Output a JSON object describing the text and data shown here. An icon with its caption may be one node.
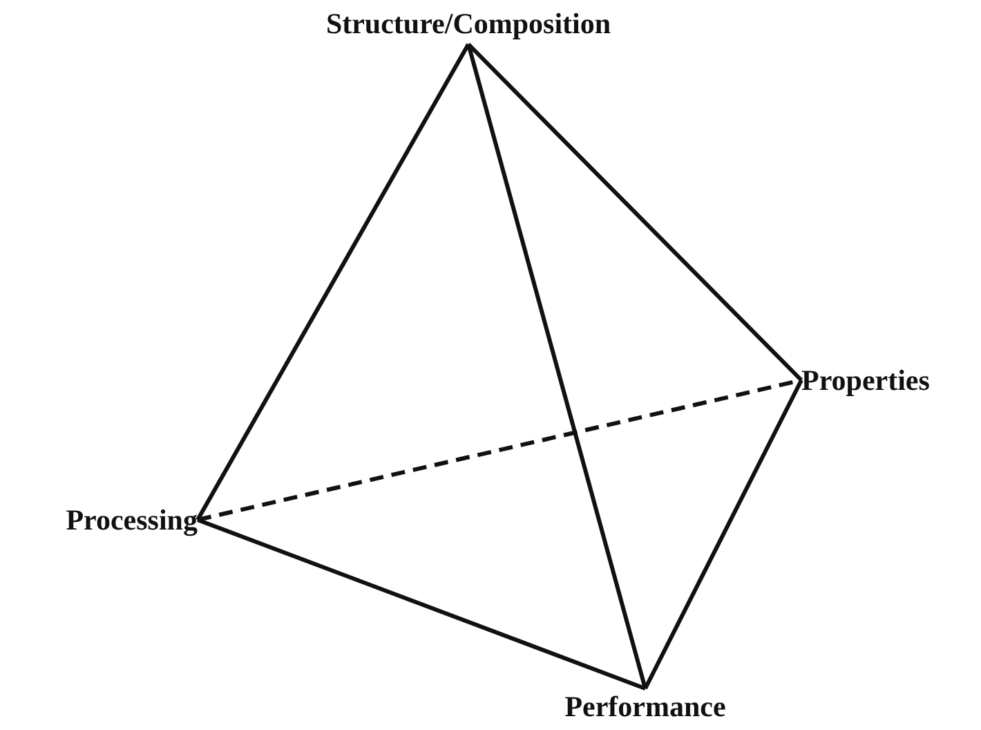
{
  "diagram": {
    "nodes": [
      {
        "text": [
          "Structure/Composition"
        ]
      },
      {
        "text": [
          "Properties"
        ]
      },
      {
        "text": [
          "Processing"
        ]
      },
      {
        "text": [
          "Performance"
        ]
      }
    ],
    "edges": [
      {
        "from": 0,
        "to": 2,
        "arrow": "none"
      },
      {
        "from": 0,
        "to": 3,
        "arrow": "none"
      },
      {
        "from": 0,
        "to": 1,
        "arrow": "none"
      },
      {
        "from": 1,
        "to": 3,
        "arrow": "none"
      },
      {
        "from": 2,
        "to": 3,
        "arrow": "none"
      },
      {
        "from": 2,
        "to": 1,
        "arrow": "none",
        "style": "dashed"
      }
    ]
  }
}
